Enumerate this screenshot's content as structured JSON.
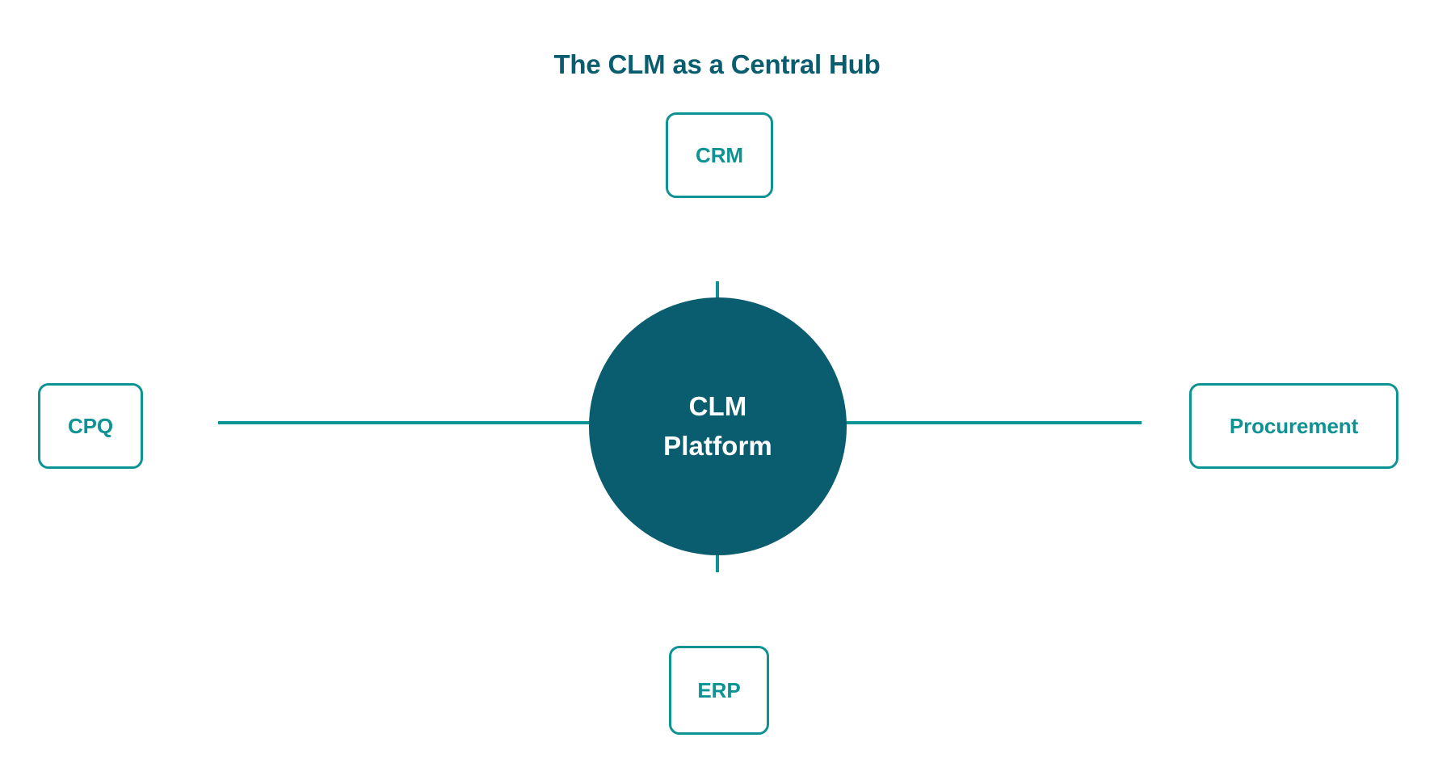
{
  "diagram": {
    "title": "The CLM as a Central Hub",
    "type": "hub-and-spoke",
    "background_color": "#ffffff",
    "hub_color": "#0a5d6e",
    "accent_color": "#0d9393",
    "hub_text_color": "#ffffff",
    "title_color": "#0a5d6e",
    "hub": {
      "name": "clm-platform",
      "line1": "CLM",
      "line2": "Platform"
    },
    "nodes": [
      {
        "id": "crm",
        "label": "CRM",
        "position": "top"
      },
      {
        "id": "cpq",
        "label": "CPQ",
        "position": "left"
      },
      {
        "id": "procurement",
        "label": "Procurement",
        "position": "right"
      },
      {
        "id": "erp",
        "label": "ERP",
        "position": "bottom"
      }
    ],
    "connectors": [
      {
        "id": "hub-to-crm",
        "orientation": "vertical",
        "side": "top"
      },
      {
        "id": "hub-to-cpq",
        "orientation": "horizontal",
        "side": "left"
      },
      {
        "id": "hub-to-procurement",
        "orientation": "horizontal",
        "side": "right"
      },
      {
        "id": "hub-to-erp",
        "orientation": "vertical",
        "side": "bottom"
      }
    ]
  }
}
